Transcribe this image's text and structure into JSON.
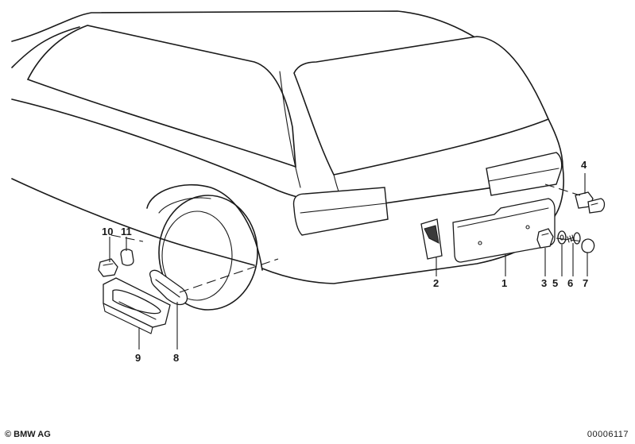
{
  "callouts": {
    "c1": "1",
    "c2": "2",
    "c3": "3",
    "c4": "4",
    "c5": "5",
    "c6": "6",
    "c7": "7",
    "c8": "8",
    "c9": "9",
    "c10": "10",
    "c11": "11"
  },
  "footer": {
    "copyright": "© BMW AG",
    "document_number": "00006117"
  }
}
